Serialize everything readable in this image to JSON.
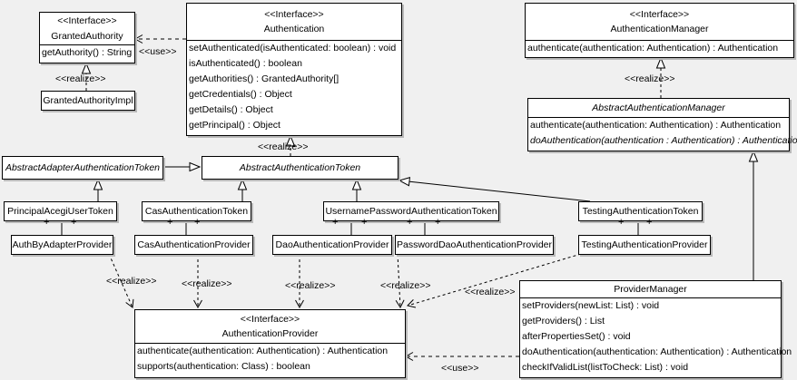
{
  "stereotype_interface": "<<Interface>>",
  "label_use": "<<use>>",
  "label_realize": "<<realize>>",
  "plus": "+",
  "colors": {
    "background": "#f0f0f0",
    "box_fill": "#ffffff",
    "line": "#000000",
    "shadow": "#b9b9b9"
  },
  "classes": {
    "granted_authority": {
      "stereotype": "<<Interface>>",
      "name": "GrantedAuthority",
      "methods": [
        "getAuthority() : String"
      ]
    },
    "granted_authority_impl": {
      "name": "GrantedAuthorityImpl"
    },
    "authentication": {
      "stereotype": "<<Interface>>",
      "name": "Authentication",
      "methods": [
        "setAuthenticated(isAuthenticated: boolean) : void",
        "isAuthenticated() : boolean",
        "getAuthorities() : GrantedAuthority[]",
        "getCredentials() : Object",
        "getDetails() : Object",
        "getPrincipal() : Object"
      ]
    },
    "authentication_manager": {
      "stereotype": "<<Interface>>",
      "name": "AuthenticationManager",
      "methods": [
        "authenticate(authentication: Authentication) : Authentication"
      ]
    },
    "abstract_authentication_manager": {
      "name": "AbstractAuthenticationManager",
      "methods": [
        "authenticate(authentication: Authentication) : Authentication",
        "doAuthentication(authentication : Authentication) : Authentication"
      ]
    },
    "abstract_adapter_authentication_token": {
      "name": "AbstractAdapterAuthenticationToken"
    },
    "abstract_authentication_token": {
      "name": "AbstractAuthenticationToken"
    },
    "principal_acegi_user_token": {
      "name": "PrincipalAcegiUserToken"
    },
    "cas_authentication_token": {
      "name": "CasAuthenticationToken"
    },
    "username_password_authentication_token": {
      "name": "UsernamePasswordAuthenticationToken"
    },
    "testing_authentication_token": {
      "name": "TestingAuthenticationToken"
    },
    "auth_by_adapter_provider": {
      "name": "AuthByAdapterProvider"
    },
    "cas_authentication_provider": {
      "name": "CasAuthenticationProvider"
    },
    "dao_authentication_provider": {
      "name": "DaoAuthenticationProvider"
    },
    "password_dao_authentication_provider": {
      "name": "PasswordDaoAuthenticationProvider"
    },
    "testing_authentication_provider": {
      "name": "TestingAuthenticationProvider"
    },
    "authentication_provider": {
      "stereotype": "<<Interface>>",
      "name": "AuthenticationProvider",
      "methods": [
        "authenticate(authentication: Authentication) : Authentication",
        "supports(authentication: Class) : boolean"
      ]
    },
    "provider_manager": {
      "name": "ProviderManager",
      "methods": [
        "setProviders(newList: List) : void",
        "getProviders() : List",
        "afterPropertiesSet() : void",
        "doAuthentication(authentication: Authentication) : Authentication",
        "checkIfValidList(listToCheck: List) : void"
      ]
    }
  }
}
